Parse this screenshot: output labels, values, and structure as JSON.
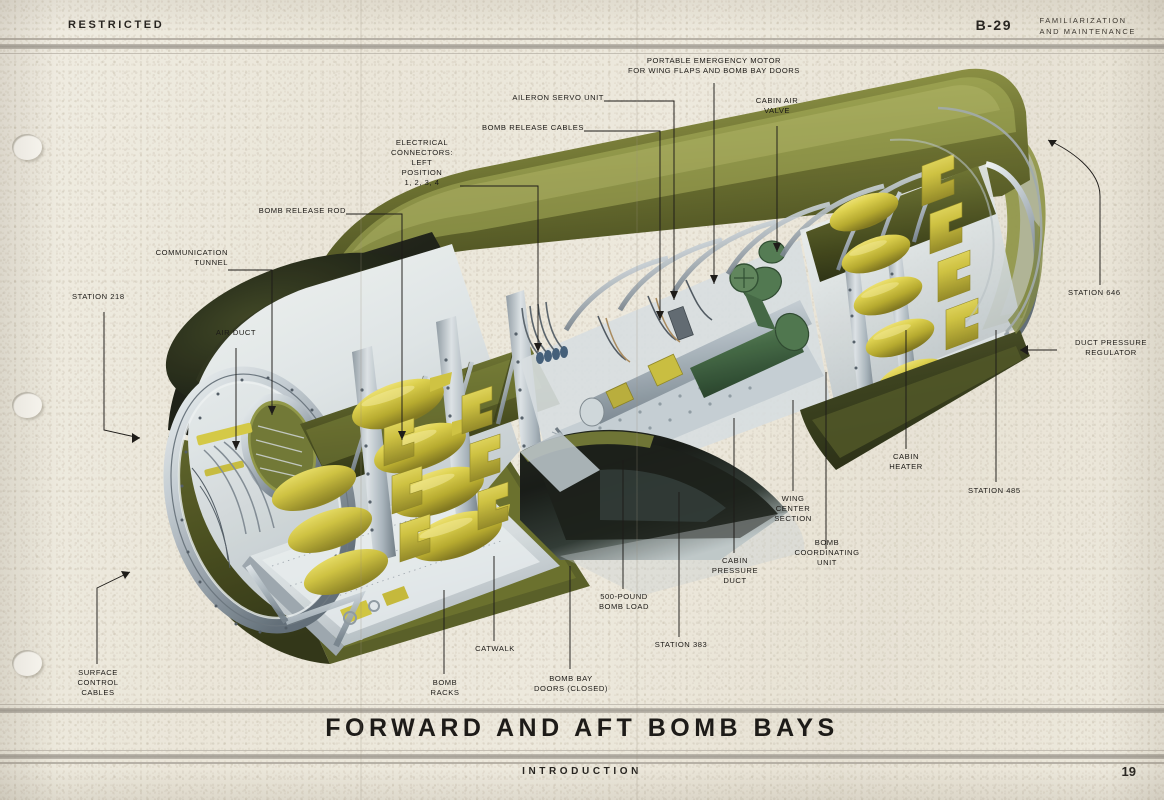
{
  "page": {
    "classification": "RESTRICTED",
    "aircraft": "B-29",
    "manual_title_line1": "FAMILIARIZATION",
    "manual_title_line2": "AND MAINTENANCE",
    "plate_title": "FORWARD AND AFT BOMB BAYS",
    "section_label": "INTRODUCTION",
    "page_number": "19",
    "paper_color": "#efeae0",
    "ink_color": "#1c1a17"
  },
  "artwork": {
    "subject": "B-29 Superfortress fuselage cutaway showing forward and aft bomb bays",
    "colors": {
      "fuselage_olive": "#6b7032",
      "fuselage_olive_dark": "#3c4018",
      "fuselage_olive_light": "#8d9142",
      "nose_shadow": "#1d2116",
      "bomb_yellow": "#d8c93a",
      "bomb_yellow_dark": "#9c9020",
      "rack_yellow": "#ddd24a",
      "structure_steel": "#b9c2cb",
      "structure_steel_dark": "#6f7d8a",
      "interior_white": "#e4e8ea",
      "machinery_green": "#3f6340",
      "wing_shadow": "#161a18"
    }
  },
  "callouts": [
    {
      "id": "station-218",
      "text": "STATION 218"
    },
    {
      "id": "communication-tunnel",
      "text": "COMMUNICATION\nTUNNEL"
    },
    {
      "id": "air-duct",
      "text": "AIR DUCT"
    },
    {
      "id": "bomb-release-rod",
      "text": "BOMB RELEASE ROD"
    },
    {
      "id": "electrical-connectors",
      "text": "ELECTRICAL\nCONNECTORS:\nLEFT\nPOSITION\n1, 2, 3, 4"
    },
    {
      "id": "bomb-release-cables",
      "text": "BOMB RELEASE CABLES"
    },
    {
      "id": "aileron-servo-unit",
      "text": "AILERON SERVO UNIT"
    },
    {
      "id": "portable-emergency-motor",
      "text": "PORTABLE EMERGENCY MOTOR\nFOR WING FLAPS AND BOMB BAY DOORS"
    },
    {
      "id": "cabin-air-valve",
      "text": "CABIN AIR\nVALVE"
    },
    {
      "id": "station-646",
      "text": "STATION 646"
    },
    {
      "id": "duct-pressure-regulator",
      "text": "DUCT PRESSURE\nREGULATOR"
    },
    {
      "id": "station-485",
      "text": "STATION 485"
    },
    {
      "id": "cabin-heater",
      "text": "CABIN\nHEATER"
    },
    {
      "id": "wing-center-section",
      "text": "WING\nCENTER\nSECTION"
    },
    {
      "id": "bomb-coordinating-unit",
      "text": "BOMB\nCOORDINATING\nUNIT"
    },
    {
      "id": "cabin-pressure-duct",
      "text": "CABIN\nPRESSURE\nDUCT"
    },
    {
      "id": "station-383",
      "text": "STATION 383"
    },
    {
      "id": "500-pound-bomb-load",
      "text": "500-POUND\nBOMB LOAD"
    },
    {
      "id": "bomb-bay-doors",
      "text": "BOMB BAY\nDOORS (CLOSED)"
    },
    {
      "id": "catwalk",
      "text": "CATWALK"
    },
    {
      "id": "bomb-racks",
      "text": "BOMB\nRACKS"
    },
    {
      "id": "surface-control-cables",
      "text": "SURFACE\nCONTROL\nCABLES"
    }
  ]
}
